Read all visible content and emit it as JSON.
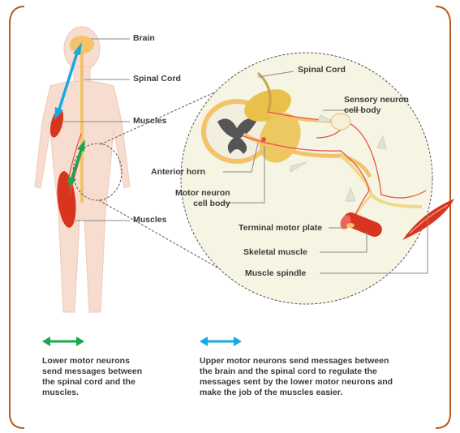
{
  "labels": {
    "brain": "Brain",
    "spinal_cord_left": "Spinal Cord",
    "muscles_upper": "Muscles",
    "muscles_lower": "Muscles",
    "spinal_cord_right": "Spinal Cord",
    "sensory_neuron": "Sensory neuron\ncell body",
    "anterior_horn": "Anterior horn",
    "motor_neuron": "Motor neuron\ncell body",
    "terminal_motor_plate": "Terminal motor plate",
    "skeletal_muscle": "Skeletal muscle",
    "muscle_spindle": "Muscle spindle"
  },
  "legend": {
    "lower": {
      "color": "#1aa84a",
      "text": "Lower motor neurons\nsend messages between\nthe spinal cord and the\nmuscles."
    },
    "upper": {
      "color": "#19a8e0",
      "text": "Upper motor neurons send messages between\nthe brain and the spinal cord to regulate the\nmessages sent by the lower motor neurons and\nmake the job of the muscles easier."
    }
  },
  "colors": {
    "frame": "#b85a1e",
    "body": "#f7ddd0",
    "muscle": "#d9341e",
    "spinal_cord": "#f3c36a",
    "nerve": "#e8524a"
  }
}
